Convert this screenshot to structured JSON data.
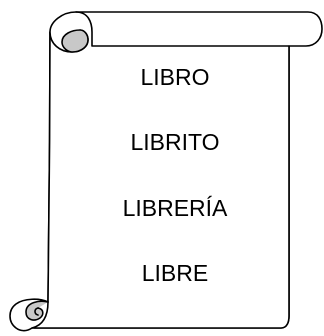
{
  "scroll": {
    "words": [
      "LIBRO",
      "LIBRITO",
      "LIBRERÍA",
      "LIBRE"
    ]
  },
  "colors": {
    "stroke": "#000000",
    "fill": "#ffffff",
    "curl_shade": "#c8c8c8",
    "text": "#000000"
  }
}
